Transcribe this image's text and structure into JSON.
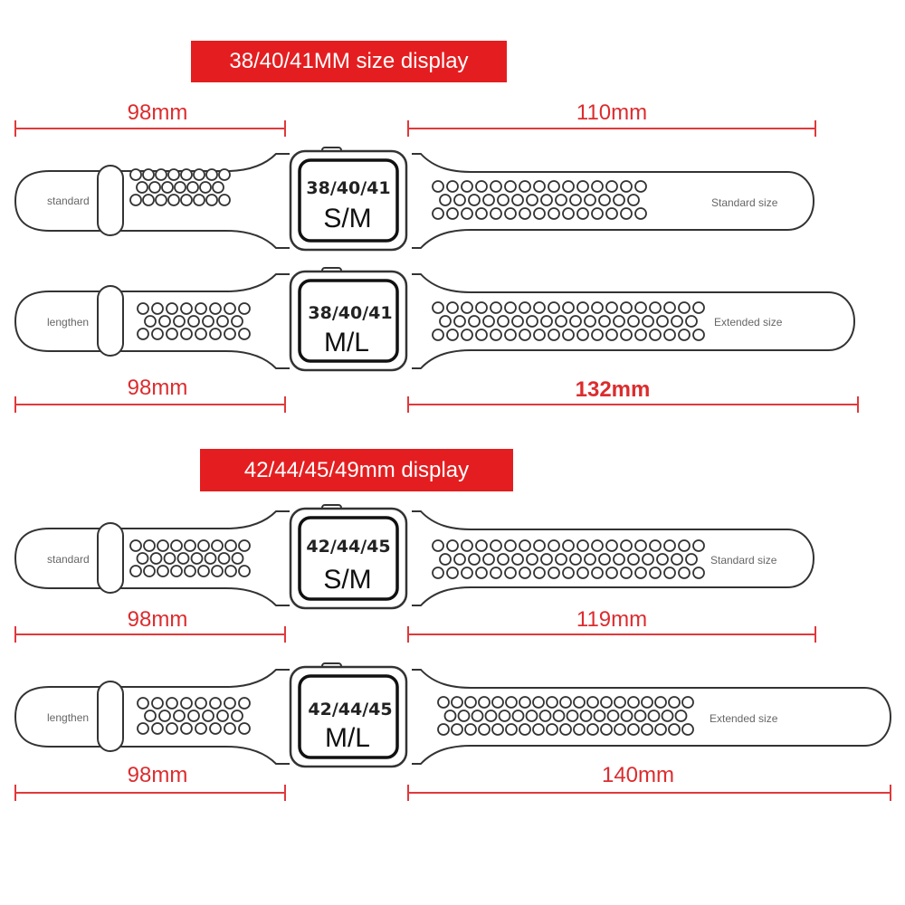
{
  "sections": [
    {
      "banner": "38/40/41MM size display",
      "rows": [
        {
          "short_dim": "98mm",
          "long_dim": "110mm",
          "short_label": "standard",
          "long_label": "Standard size",
          "case_code": "38/40/41",
          "case_size": "S/M"
        },
        {
          "short_dim": "98mm",
          "long_dim": "132mm",
          "short_label": "lengthen",
          "long_label": "Extended size",
          "case_code": "38/40/41",
          "case_size": "M/L"
        }
      ]
    },
    {
      "banner": "42/44/45/49mm display",
      "rows": [
        {
          "short_dim": "98mm",
          "long_dim": "119mm",
          "short_label": "standard",
          "long_label": "Standard size",
          "case_code": "42/44/45",
          "case_size": "S/M"
        },
        {
          "short_dim": "98mm",
          "long_dim": "140mm",
          "short_label": "lengthen",
          "long_label": "Extended size",
          "case_code": "42/44/45",
          "case_size": "M/L"
        }
      ]
    }
  ],
  "colors": {
    "accent": "#e41e20",
    "dimension": "#e0393b",
    "outline": "#333333",
    "background": "#ffffff"
  }
}
